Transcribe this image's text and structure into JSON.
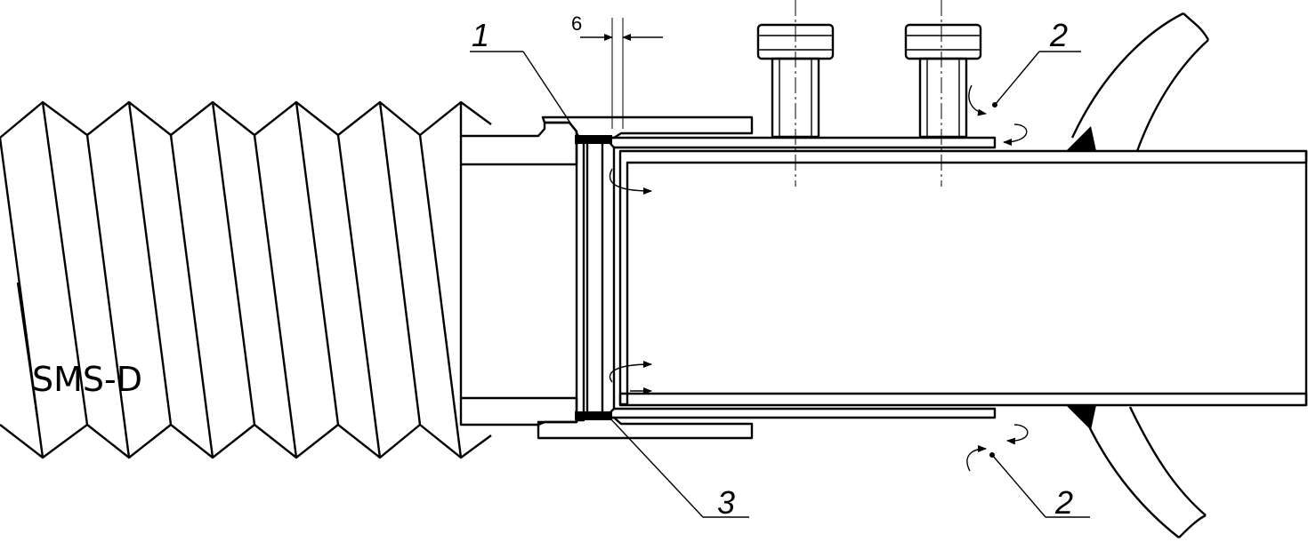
{
  "labels": {
    "l1": "1",
    "l2_top": "2",
    "l2_bottom": "2",
    "l3": "3",
    "dimension": "6",
    "hose_marking": "SMS-D"
  },
  "colors": {
    "ink": "#000000",
    "background": "#ffffff"
  }
}
